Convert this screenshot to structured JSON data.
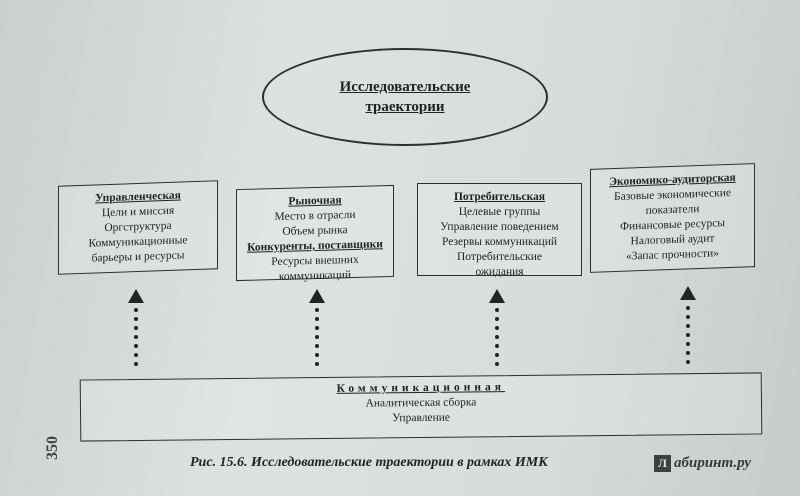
{
  "center": {
    "line1": "Исследовательские",
    "line2": "траектории"
  },
  "boxes": [
    {
      "title": "Управленческая",
      "lines": [
        "Цели и миссия",
        "Оргструктура",
        "Коммуникационные",
        "барьеры и ресурсы"
      ]
    },
    {
      "title": "Рыночная",
      "lines": [
        "Место в отрасли",
        "Объем рынка"
      ],
      "subtitle": "Конкуренты, поставщики",
      "lines2": [
        "Ресурсы внешних",
        "коммуникаций"
      ]
    },
    {
      "title": "Потребительская",
      "lines": [
        "Целевые группы",
        "Управление поведением",
        "Резервы коммуникаций",
        "Потребительские",
        "ожидания"
      ]
    },
    {
      "title": "Экономико-аудиторская",
      "lines": [
        "Базовые экономические",
        "показатели",
        "Финансовые ресурсы",
        "Налоговый аудит",
        "«Запас прочности»"
      ]
    }
  ],
  "base": {
    "title": "Коммуникационная",
    "lines": [
      "Аналитическая сборка",
      "Управление"
    ]
  },
  "caption": "Рис. 15.6. Исследовательские траектории в рамках ИМК",
  "page_number": "350",
  "watermark": {
    "mark": "Л",
    "text": "абиринт.ру"
  }
}
